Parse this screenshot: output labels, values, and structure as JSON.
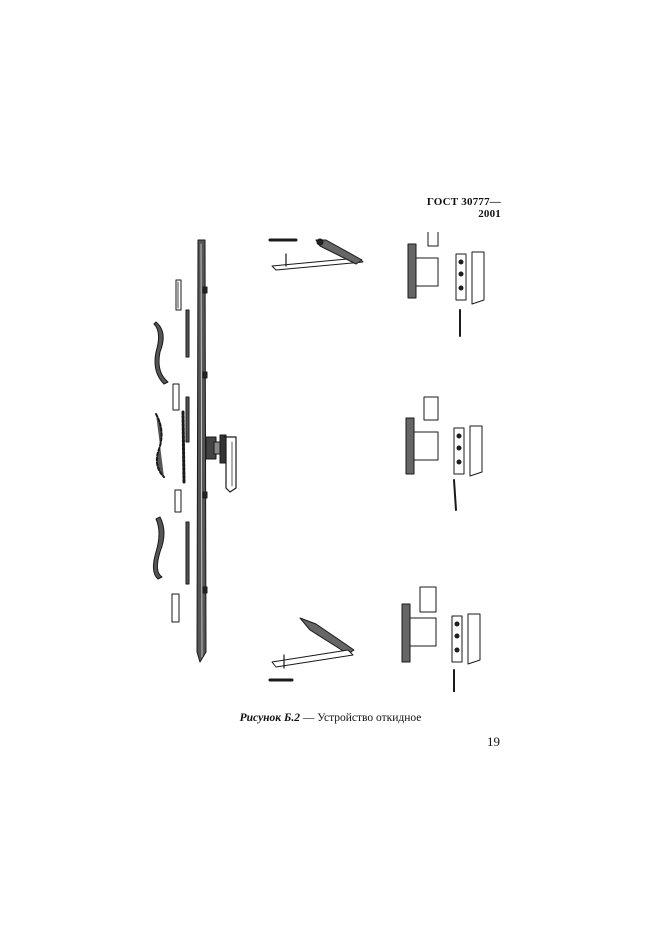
{
  "header": {
    "standard": "ГОСТ 30777—2001"
  },
  "figure": {
    "caption_label": "Рисунок Б.2",
    "caption_dash": " — ",
    "caption_text": "Устройство откидное"
  },
  "page": {
    "number": "19"
  },
  "colors": {
    "ink": "#1a1a1a",
    "paper": "#ffffff",
    "shade": "#7a7a7a"
  }
}
